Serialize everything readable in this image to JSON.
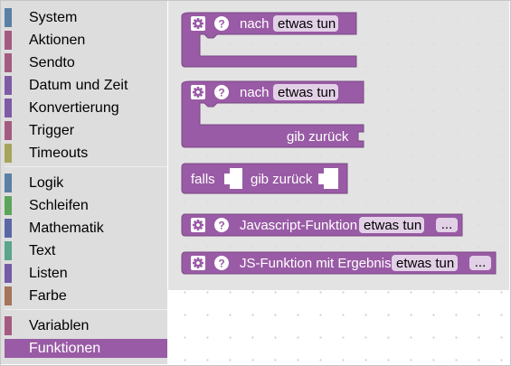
{
  "toolbox": {
    "categories": [
      {
        "label": "System",
        "color": "#5b80a5"
      },
      {
        "label": "Aktionen",
        "color": "#a55b80"
      },
      {
        "label": "Sendto",
        "color": "#a55b80"
      },
      {
        "label": "Datum und Zeit",
        "color": "#7f5ba5"
      },
      {
        "label": "Konvertierung",
        "color": "#7f5ba5"
      },
      {
        "label": "Trigger",
        "color": "#a55b80"
      },
      {
        "label": "Timeouts",
        "color": "#a5a55b"
      },
      {
        "label": "Logik",
        "color": "#5b80a5"
      },
      {
        "label": "Schleifen",
        "color": "#5ba55b"
      },
      {
        "label": "Mathematik",
        "color": "#5b67a5"
      },
      {
        "label": "Text",
        "color": "#5ba58c"
      },
      {
        "label": "Listen",
        "color": "#745ba5"
      },
      {
        "label": "Farbe",
        "color": "#a5745b"
      },
      {
        "label": "Variablen",
        "color": "#a55b80"
      },
      {
        "label": "Funktionen",
        "color": "#995ba5",
        "selected": true
      }
    ]
  },
  "blocks": {
    "proc_noreturn": {
      "label": "nach",
      "name": "etwas tun"
    },
    "proc_return": {
      "label": "nach",
      "name": "etwas tun",
      "return_label": "gib zurück"
    },
    "ifreturn": {
      "if_label": "falls",
      "return_label": "gib zurück"
    },
    "js_func": {
      "label": "Javascript-Funktion",
      "name": "etwas tun",
      "more": "..."
    },
    "js_func_result": {
      "label": "JS-Funktion mit Ergebnis",
      "name": "etwas tun",
      "more": "..."
    }
  },
  "colors": {
    "block": "#995ba5",
    "block_dark": "#7a4984",
    "field": "#e2d1e6",
    "toolbox_bg": "#dddddd",
    "selected": "#995ba5"
  },
  "icons": {
    "gear": "gear-icon",
    "help": "help-icon"
  }
}
